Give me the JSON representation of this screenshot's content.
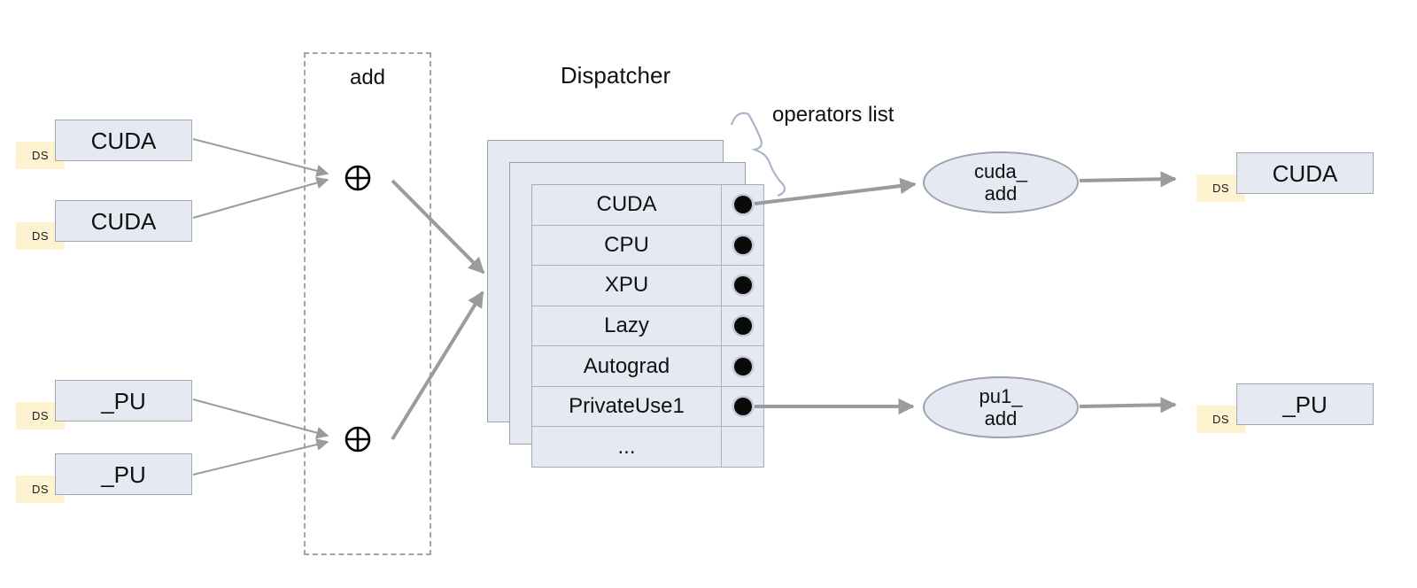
{
  "diagram": {
    "title": "Dispatcher",
    "add_group": {
      "label": "add",
      "op_icon": "circled-plus"
    },
    "operators_list_label": "operators list",
    "tag_label": "DS",
    "inputs": [
      {
        "label": "CUDA"
      },
      {
        "label": "CUDA"
      },
      {
        "label": "_PU"
      },
      {
        "label": "_PU"
      }
    ],
    "dispatch_table": {
      "rows": [
        "CUDA",
        "CPU",
        "XPU",
        "Lazy",
        "Autograd",
        "PrivateUse1",
        "..."
      ]
    },
    "kernels": [
      {
        "line1": "cuda_",
        "line2": "add"
      },
      {
        "line1": "pu1_",
        "line2": "add"
      }
    ],
    "outputs": [
      {
        "label": "CUDA"
      },
      {
        "label": "_PU"
      }
    ],
    "colors": {
      "node_fill": "#e6e9f1",
      "node_border": "#a0a8b4",
      "tag_fill": "#fdf3d0",
      "arrow": "#9b9b9b",
      "brace": "#a9b6ca",
      "dashed_border": "#9aa5b8",
      "bullet": "#0a0a0a"
    }
  }
}
